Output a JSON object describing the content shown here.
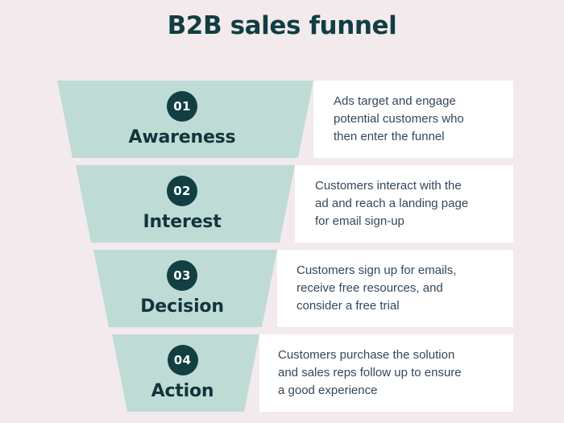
{
  "title": "B2B sales funnel",
  "colors": {
    "background": "#f2eaec",
    "funnel_fill": "#bfdbd6",
    "panel": "#ffffff",
    "badge": "#113f42",
    "heading": "#103e42",
    "body_text": "#33475b"
  },
  "chart_data": {
    "type": "funnel",
    "title": "B2B sales funnel",
    "stages": [
      {
        "number": "01",
        "label": "Awareness",
        "description": "Ads target and engage potential customers who then enter the funnel"
      },
      {
        "number": "02",
        "label": "Interest",
        "description": "Customers interact with the ad and reach a landing page for email sign-up"
      },
      {
        "number": "03",
        "label": "Decision",
        "description": "Customers sign up for emails, receive free resources, and consider a free trial"
      },
      {
        "number": "04",
        "label": "Action",
        "description": "Customers purchase the solution and sales reps follow up to ensure a good experience"
      }
    ]
  },
  "stages": [
    {
      "number": "01",
      "label": "Awareness",
      "desc_lines": [
        "Ads target and engage",
        "potential customers who",
        "then enter the funnel"
      ]
    },
    {
      "number": "02",
      "label": "Interest",
      "desc_lines": [
        "Customers interact with the",
        "ad and reach a landing page",
        "for email sign-up"
      ]
    },
    {
      "number": "03",
      "label": "Decision",
      "desc_lines": [
        "Customers sign up for emails,",
        "receive free resources, and",
        "consider a free trial"
      ]
    },
    {
      "number": "04",
      "label": "Action",
      "desc_lines": [
        "Customers purchase the solution",
        "and sales reps follow up to ensure",
        "a good experience"
      ]
    }
  ]
}
